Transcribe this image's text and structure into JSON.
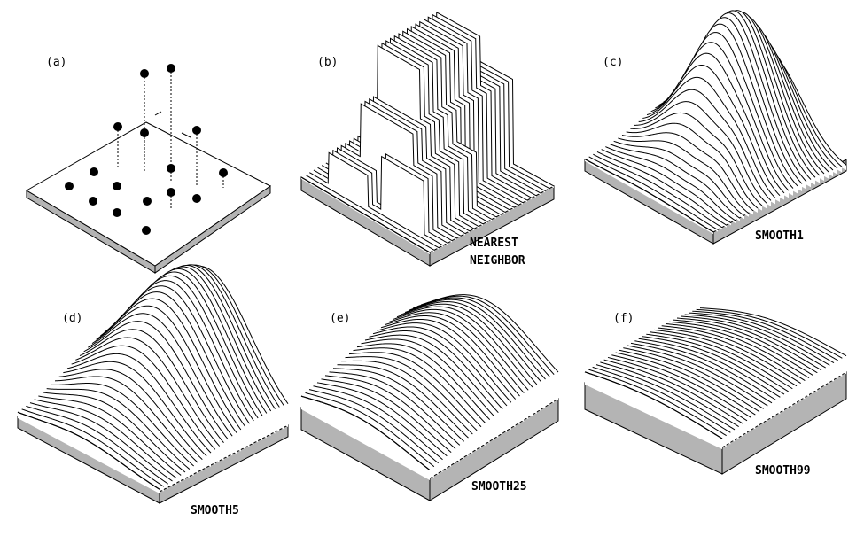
{
  "colors": {
    "background": "#ffffff",
    "ink": "#000000",
    "side_fill": "#b4b4b4",
    "top_fill": "#ffffff"
  },
  "panels": [
    {
      "id": "a",
      "label": "(a)",
      "method": []
    },
    {
      "id": "b",
      "label": "(b)",
      "method": [
        "NEAREST",
        "NEIGHBOR"
      ]
    },
    {
      "id": "c",
      "label": "(c)",
      "method": [
        "SMOOTH1"
      ]
    },
    {
      "id": "d",
      "label": "(d)",
      "method": [
        "SMOOTH5"
      ]
    },
    {
      "id": "e",
      "label": "(e)",
      "method": [
        "SMOOTH25"
      ]
    },
    {
      "id": "f",
      "label": "(f)",
      "method": [
        "SMOOTH99"
      ]
    }
  ]
}
